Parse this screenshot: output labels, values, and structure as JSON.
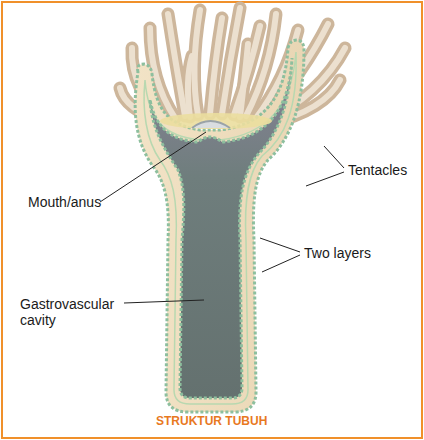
{
  "diagram": {
    "caption": "STRUKTUR TUBUH",
    "labels": [
      "Tentacles",
      "Mouth/anus",
      "Two layers",
      "Gastrovascular cavity"
    ]
  }
}
